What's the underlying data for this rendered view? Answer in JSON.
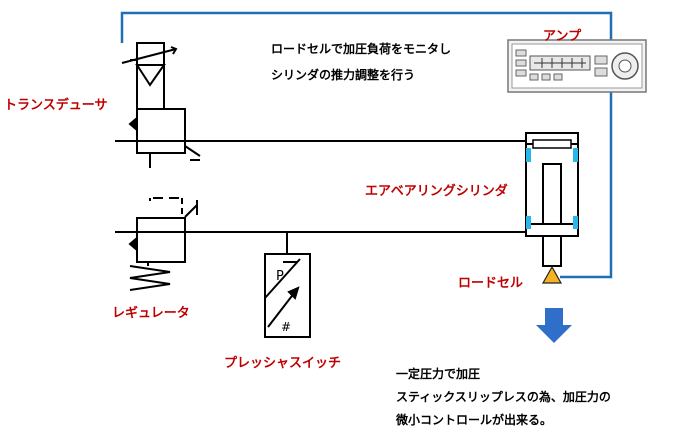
{
  "labels": {
    "transducer": "トランスデューサ",
    "amplifier": "アンプ",
    "air_bearing_cylinder": "エアベアリングシリンダ",
    "load_cell": "ロードセル",
    "regulator": "レギュレータ",
    "pressure_switch": "プレッシャスイッチ"
  },
  "notes": {
    "top": [
      "ロードセルで加圧負荷をモニタし",
      "シリンダの推力調整を行う"
    ],
    "bottom": [
      "一定圧力で加圧",
      "スティックスリップレスの為、加圧力の",
      "微小コントロールが出来る。"
    ]
  },
  "colors": {
    "red_label": "#c00000",
    "signal_wire": "#1f6fb5",
    "arrow_blue": "#2f6fc9",
    "cylinder_cyan": "#29b6e8",
    "load_cell_orange": "#f5b324"
  }
}
